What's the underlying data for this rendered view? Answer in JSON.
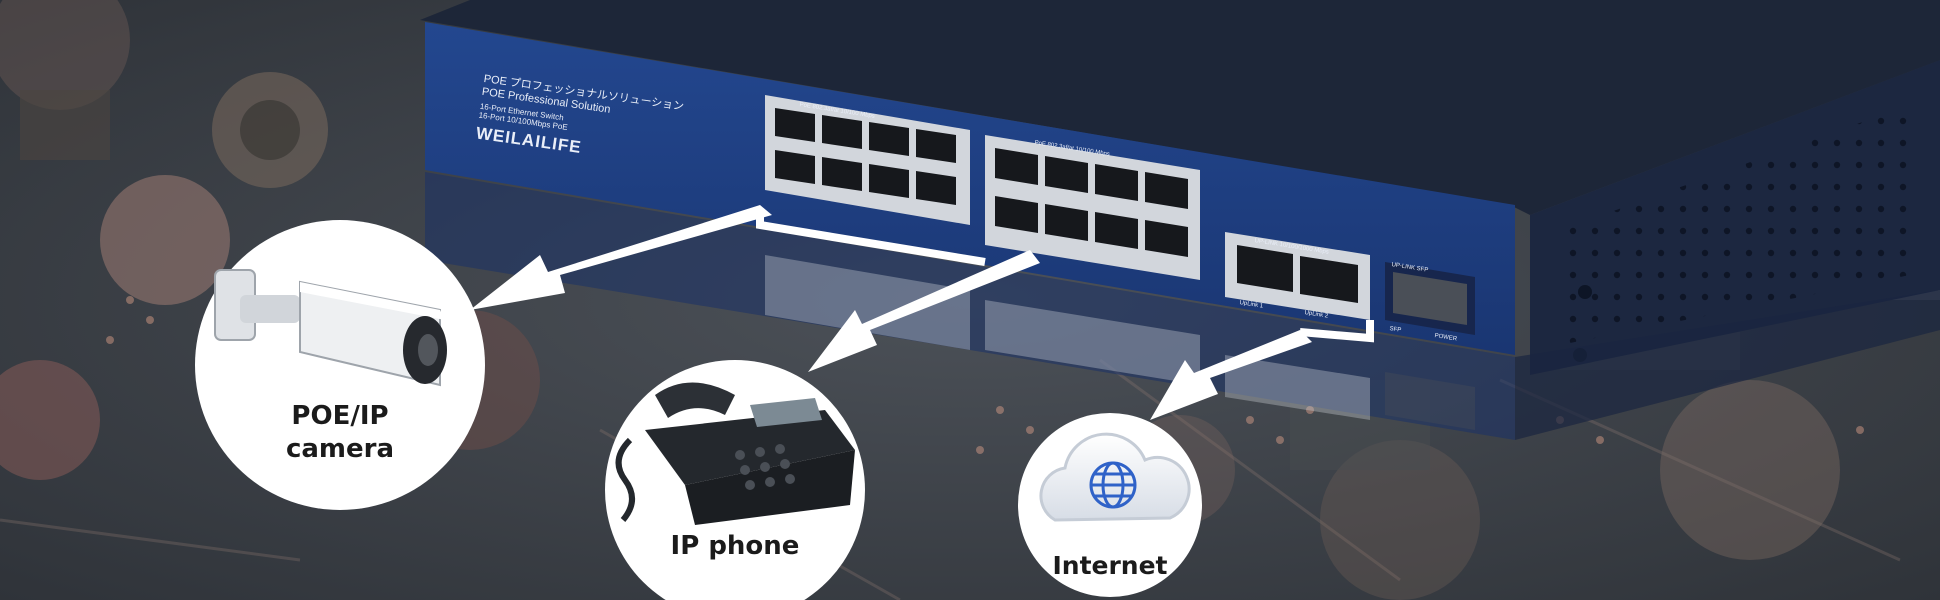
{
  "switch": {
    "line1": "POE プロフェッショナルソリューション",
    "line2": "POE Professional Solution",
    "line3": "16-Port Ethernet Switch",
    "line4": "16-Port 10/100Mbps PoE",
    "brand": "WEILAILIFE",
    "group1_title": "PoE 802.3af/at 10/100 Mbps",
    "group2_title": "PoE 802.3af/at 10/100 Mbps",
    "uplink_title": "UP-LINK 10/100/1000 Mbps",
    "sfp_title": "UP-LINK SFP",
    "uplink1": "UpLink 1",
    "uplink2": "UpLink 2",
    "sfp_label": "SFP",
    "power_label": "POWER"
  },
  "devices": [
    {
      "label_line1": "POE/IP",
      "label_line2": "camera"
    },
    {
      "label_line1": "IP phone",
      "label_line2": ""
    },
    {
      "label_line1": "Internet",
      "label_line2": ""
    }
  ],
  "colors": {
    "panel": "#1f3f86",
    "chassis": "#1e2a44",
    "circle": "#ffffff",
    "arrow": "#ffffff",
    "globe": "#2f62c8"
  }
}
